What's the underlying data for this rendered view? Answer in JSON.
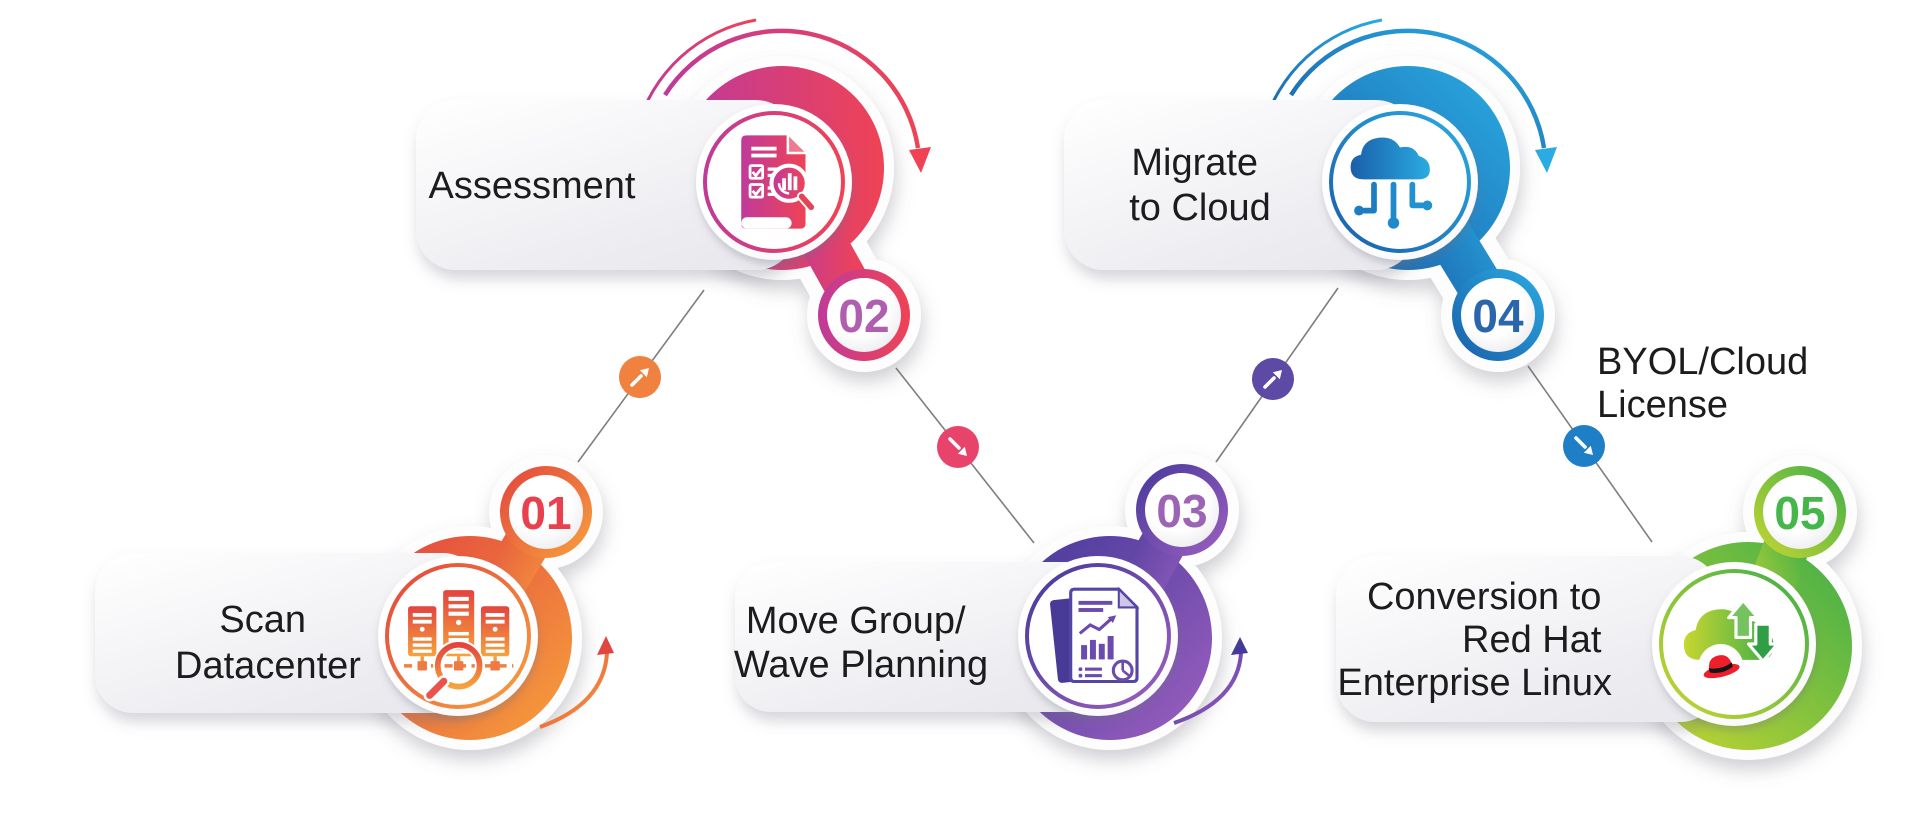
{
  "background": "#ffffff",
  "text_color": "#1c1c1e",
  "steps": [
    {
      "number": "01",
      "label_lines": [
        "Scan",
        "Datacenter"
      ],
      "icon": "server-rack-scan-icon",
      "color_from": "#e2443f",
      "color_to": "#f7a23c",
      "number_color": "#e8404e"
    },
    {
      "number": "02",
      "label_lines": [
        "Assessment"
      ],
      "icon": "assessment-checklist-magnifier-icon",
      "color_from": "#bf3a9a",
      "color_to": "#ef4355",
      "number_color": "#b05fae"
    },
    {
      "number": "03",
      "label_lines": [
        "Move Group/",
        "Wave Planning"
      ],
      "icon": "report-charts-icon",
      "color_from": "#45399a",
      "color_to": "#9d60c0",
      "number_color": "#9c64b4"
    },
    {
      "number": "04",
      "label_lines": [
        "Migrate",
        "to Cloud"
      ],
      "icon": "cloud-network-icon",
      "color_from": "#1a5fa9",
      "color_to": "#2aabe2",
      "number_color": "#2b66ad"
    },
    {
      "number": "05",
      "label_lines": [
        "Conversion to",
        "Red Hat",
        "Enterprise Linux"
      ],
      "icon": "redhat-cloud-transfer-icon",
      "color_from": "#c8d631",
      "color_to": "#3fae49",
      "number_color": "#45b649",
      "accent_color": "#ee1f2d"
    }
  ],
  "connectors": [
    {
      "from": "01",
      "to": "02",
      "direction": "up-right",
      "dot_color": "#f0813f"
    },
    {
      "from": "02",
      "to": "03",
      "direction": "down-right",
      "dot_color": "#e8446b"
    },
    {
      "from": "03",
      "to": "04",
      "direction": "up-right",
      "dot_color": "#5c4aa4"
    },
    {
      "from": "04",
      "to": "05",
      "direction": "down-right",
      "dot_color": "#1e7ec6",
      "label_lines": [
        "BYOL/Cloud",
        "License"
      ]
    }
  ]
}
